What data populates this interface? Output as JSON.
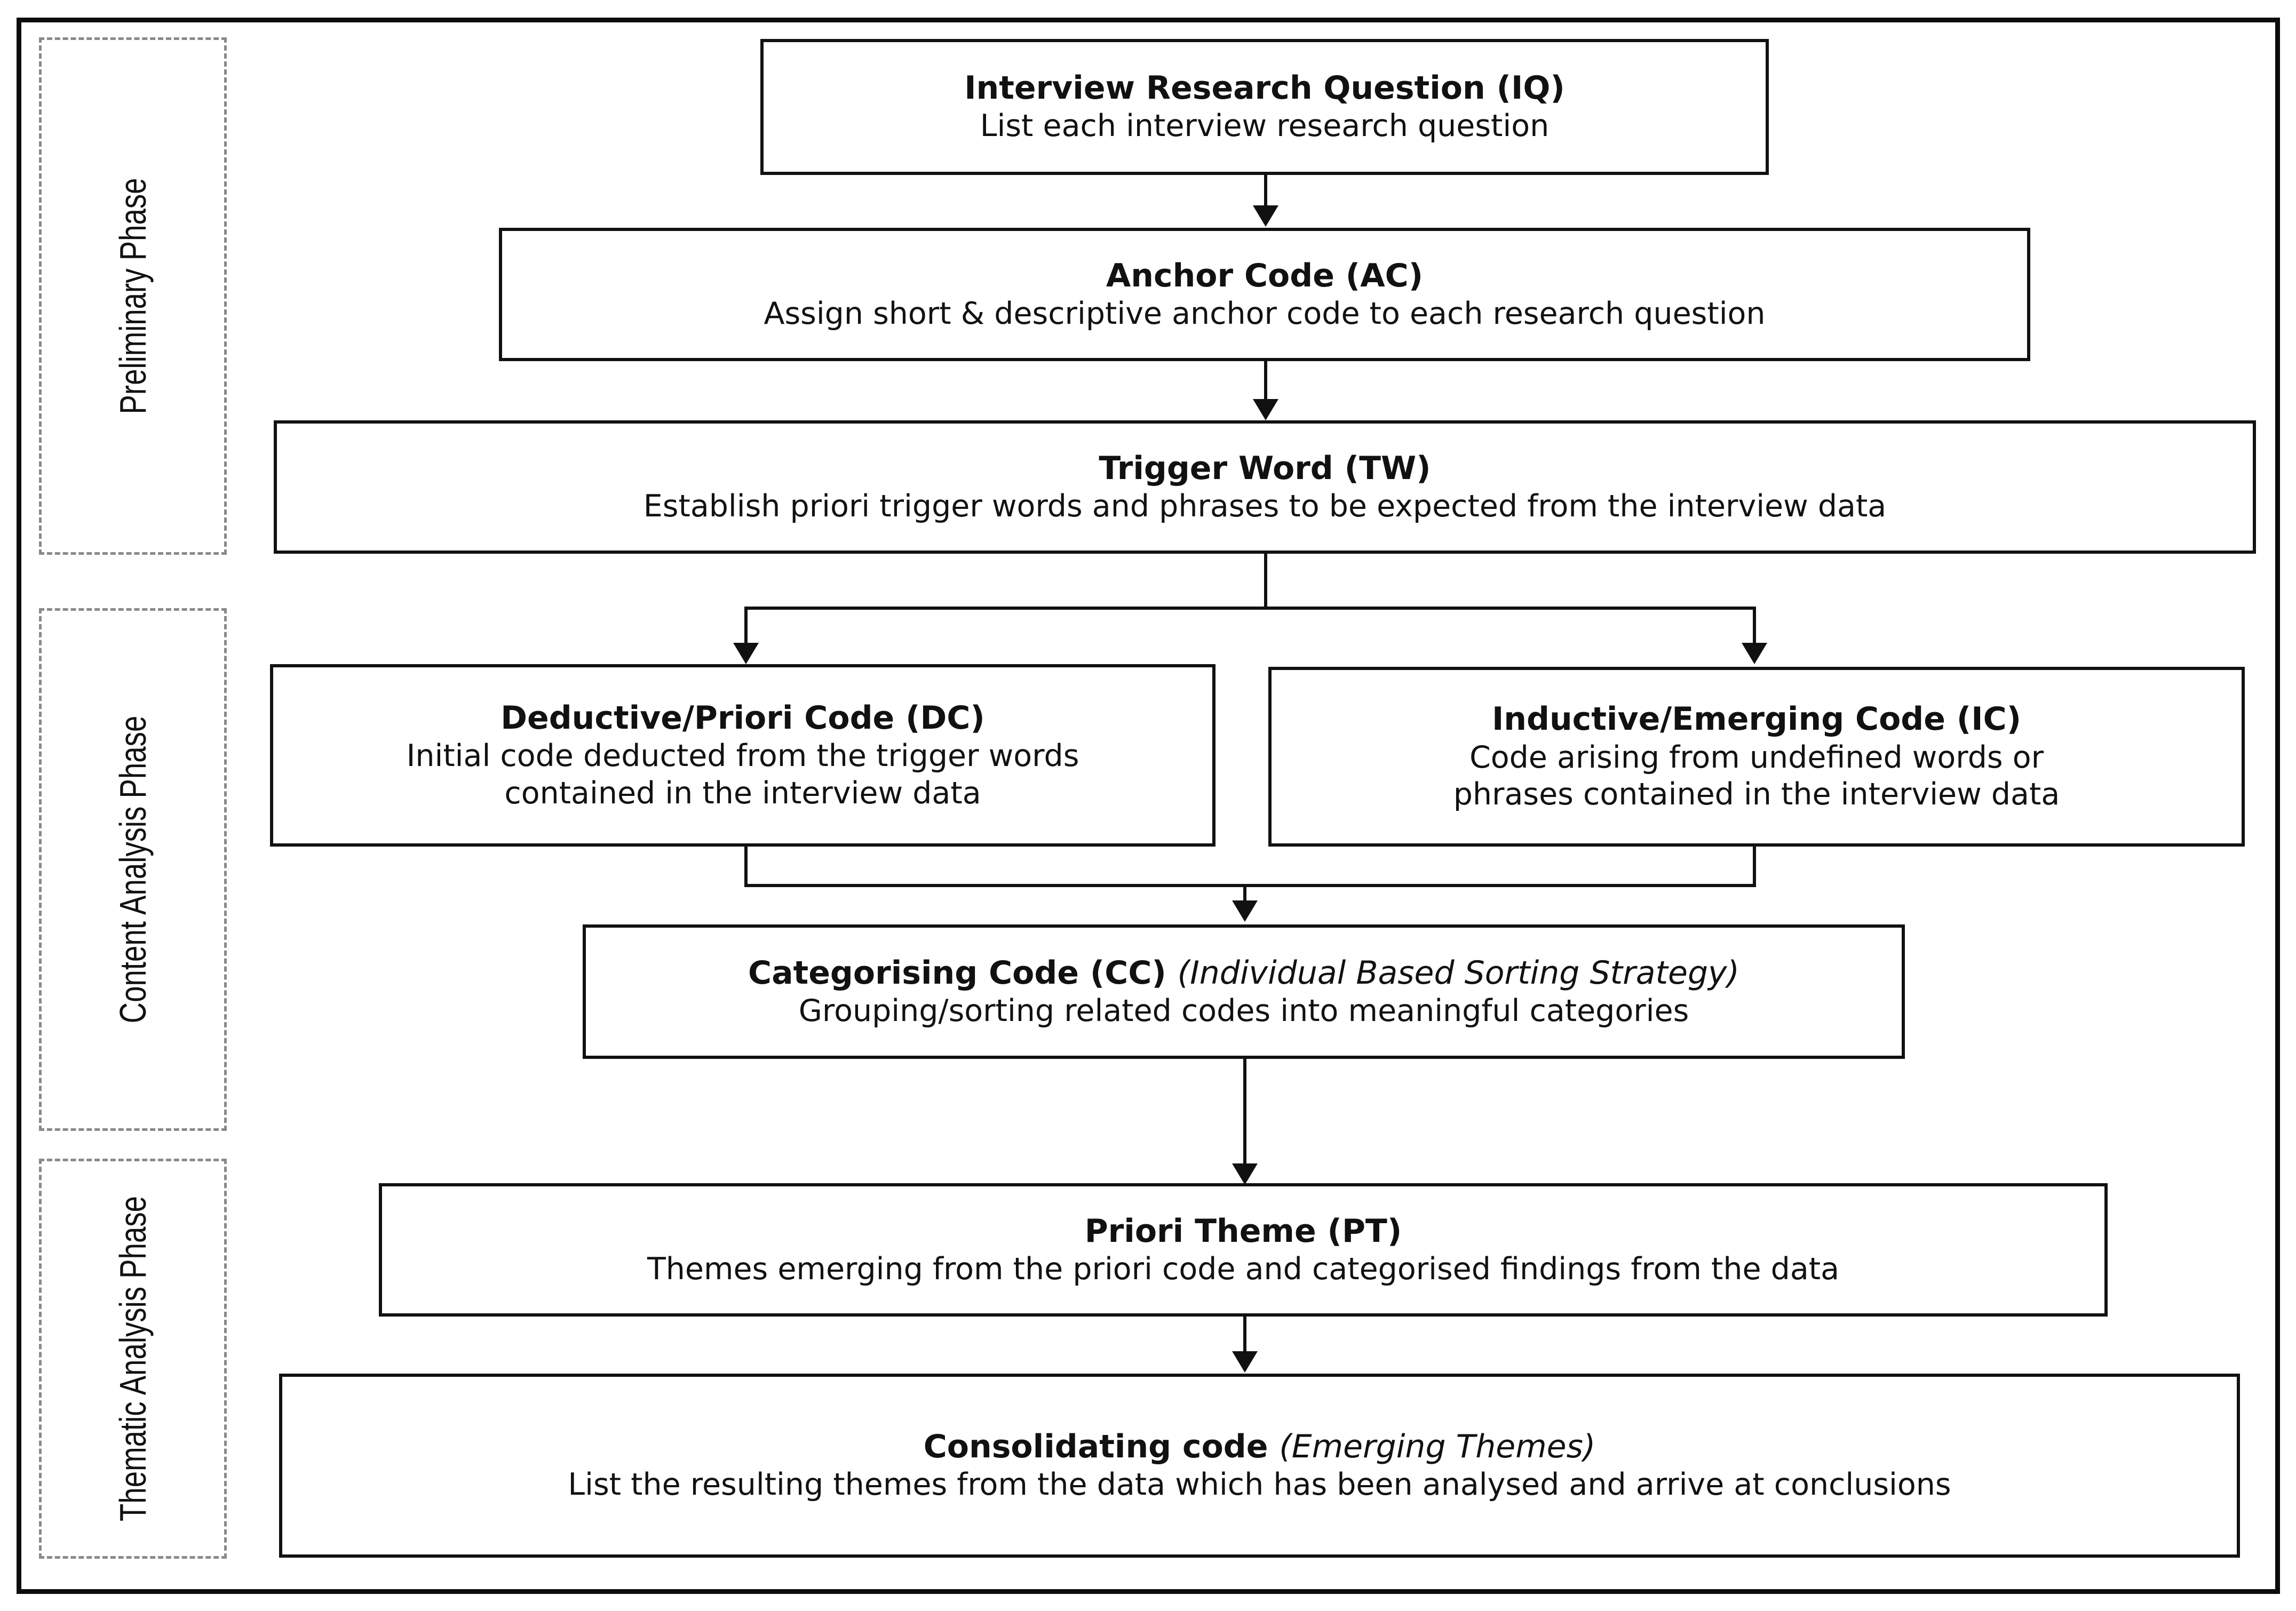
{
  "phases": [
    {
      "id": "preliminary",
      "label": "Preliminary Phase"
    },
    {
      "id": "content",
      "label": "Content Analysis Phase"
    },
    {
      "id": "thematic",
      "label": "Thematic Analysis Phase"
    }
  ],
  "nodes": {
    "iq": {
      "title": "Interview Research Question (IQ)",
      "description": "List each interview research question"
    },
    "ac": {
      "title": "Anchor Code (AC)",
      "description": "Assign short & descriptive anchor code to each research question"
    },
    "tw": {
      "title": "Trigger Word (TW)",
      "description": "Establish priori trigger words and phrases to be expected from the interview data"
    },
    "dc": {
      "title": "Deductive/Priori Code (DC)",
      "description_lines": [
        "Initial code deducted from the trigger words",
        "contained in the interview data"
      ]
    },
    "ic": {
      "title": "Inductive/Emerging Code (IC)",
      "description_lines": [
        "Code arising from undefined words or",
        "phrases contained in the interview data"
      ]
    },
    "cc": {
      "title": "Categorising Code (CC)",
      "title_note": "(Individual Based Sorting Strategy)",
      "description": "Grouping/sorting related codes into meaningful categories"
    },
    "pt": {
      "title": "Priori Theme (PT)",
      "description": "Themes emerging from the priori code and categorised findings from the data"
    },
    "cons": {
      "title": "Consolidating code",
      "title_note": "(Emerging Themes)",
      "description": "List the resulting themes from the data which has been analysed and arrive at conclusions"
    }
  },
  "edges": [
    {
      "from": "iq",
      "to": "ac"
    },
    {
      "from": "ac",
      "to": "tw"
    },
    {
      "from": "tw",
      "to": "dc"
    },
    {
      "from": "tw",
      "to": "ic"
    },
    {
      "from": "dc",
      "to": "cc"
    },
    {
      "from": "ic",
      "to": "cc"
    },
    {
      "from": "cc",
      "to": "pt"
    },
    {
      "from": "pt",
      "to": "cons"
    }
  ]
}
